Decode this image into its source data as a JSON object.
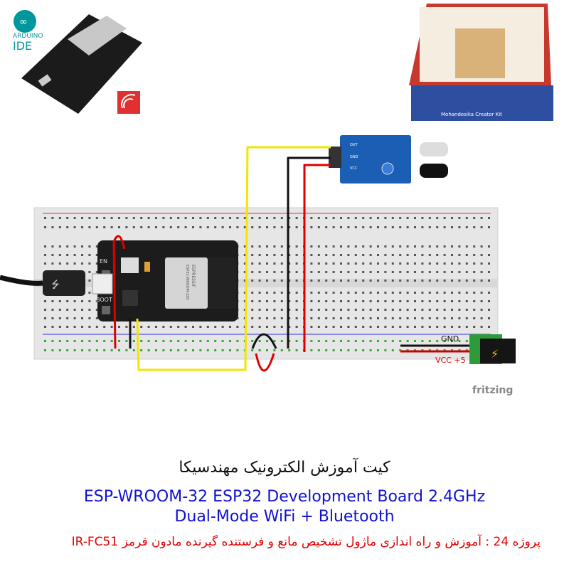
{
  "logos": {
    "arduino_ide": {
      "line1": "ARDUINO",
      "line2": "IDE"
    },
    "espressif": "espressif-logo",
    "kit_box_text": "Mohandesika Creator Kit"
  },
  "diagram": {
    "esp32_labels": {
      "en": "EN",
      "boot": "BOOT",
      "module": "ESPRESSIF",
      "module_model": "ESP32-WROOM-32D"
    },
    "ir_sensor_pins": [
      "OUT",
      "GND",
      "VCC"
    ],
    "power_labels": {
      "gnd": "GND",
      "vcc": "VCC +5"
    },
    "watermark": "fritzing",
    "colors": {
      "wire_yellow": "#f2e600",
      "wire_red": "#d00000",
      "wire_black": "#111111",
      "board_blue": "#1a5fb4",
      "jack_green": "#2e9a3a"
    }
  },
  "captions": {
    "kit_title": "کیت آموزش الکترونیک مهندسیکا",
    "board_line1": "ESP-WROOM-32 ESP32  Development Board 2.4GHz",
    "board_line2": "Dual-Mode WiFi + Bluetooth",
    "project": "پروژه 24 : آموزش و راه اندازی ماژول تشخیص مانع و فرستنده گیرنده مادون قرمز IR-FC51"
  }
}
